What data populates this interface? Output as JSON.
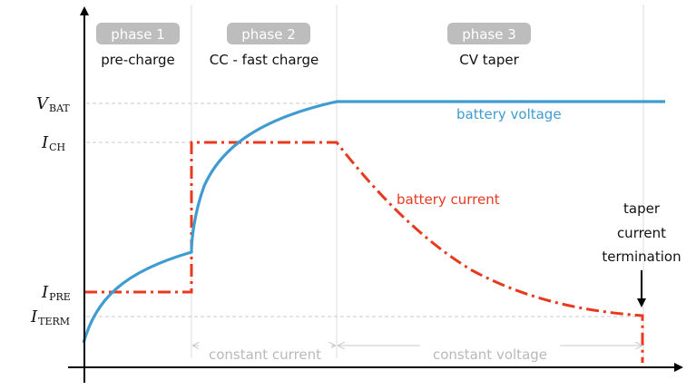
{
  "phases": [
    {
      "badge": "phase 1",
      "name": "pre-charge"
    },
    {
      "badge": "phase 2",
      "name": "CC - fast charge"
    },
    {
      "badge": "phase 3",
      "name": "CV taper"
    }
  ],
  "y_axis_labels": {
    "vbat": {
      "main": "V",
      "sub": "BAT"
    },
    "ich": {
      "main": "I",
      "sub": "CH"
    },
    "ipre": {
      "main": "I",
      "sub": "PRE"
    },
    "iterm": {
      "main": "I",
      "sub": "TERM"
    }
  },
  "curves": {
    "voltage": {
      "label": "battery voltage",
      "color": "#3f9bd0"
    },
    "current": {
      "label": "battery current",
      "color": "#e8391f"
    }
  },
  "regions": {
    "constant_current": "constant current",
    "constant_voltage": "constant voltage"
  },
  "termination": {
    "line1": "taper",
    "line2": "current",
    "line3": "termination"
  },
  "colors": {
    "axis": "#000000",
    "guide": "#c8c8c8",
    "badge": "#bdbdbd"
  }
}
